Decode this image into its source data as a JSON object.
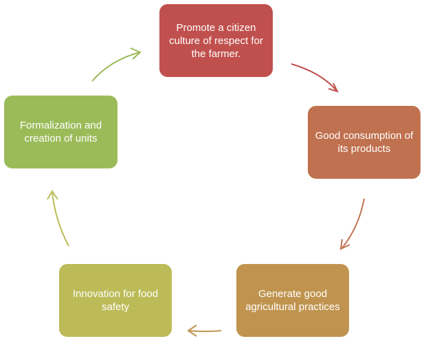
{
  "diagram": {
    "type": "cycle",
    "nodes": [
      {
        "id": "n1",
        "label": "Promote a citizen culture of respect for the farmer.",
        "color": "#c0504d"
      },
      {
        "id": "n2",
        "label": "Good consumption of its products",
        "color": "#c0714f"
      },
      {
        "id": "n3",
        "label": "Generate good agricultural practices",
        "color": "#c0944f"
      },
      {
        "id": "n4",
        "label": "Innovation for food safety",
        "color": "#bcbb58"
      },
      {
        "id": "n5",
        "label": "Formalization and creation of units",
        "color": "#9bbb59"
      }
    ],
    "edges": [
      {
        "from": "n1",
        "to": "n2",
        "color": "#c0504d"
      },
      {
        "from": "n2",
        "to": "n3",
        "color": "#c0714f"
      },
      {
        "from": "n3",
        "to": "n4",
        "color": "#c0944f"
      },
      {
        "from": "n4",
        "to": "n5",
        "color": "#bcbb58"
      },
      {
        "from": "n5",
        "to": "n1",
        "color": "#9bbb59"
      }
    ]
  }
}
